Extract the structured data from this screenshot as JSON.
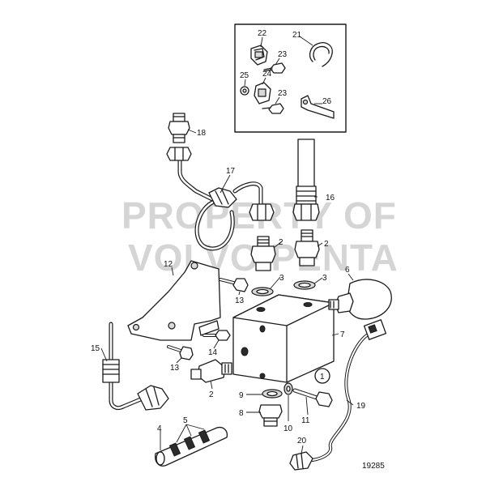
{
  "watermark": {
    "line1": "PROPERTY OF",
    "line2": "VOLVO PENTA"
  },
  "figure_ref": "19285",
  "callouts": {
    "c1": "1",
    "c2a": "2",
    "c2b": "2",
    "c2c": "2",
    "c3a": "3",
    "c3b": "3",
    "c4": "4",
    "c5": "5",
    "c6": "6",
    "c7": "7",
    "c8": "8",
    "c9": "9",
    "c10": "10",
    "c11": "11",
    "c12": "12",
    "c13a": "13",
    "c13b": "13",
    "c14": "14",
    "c15": "15",
    "c16": "16",
    "c17": "17",
    "c18": "18",
    "c19": "19",
    "c20": "20",
    "c21": "21",
    "c22": "22",
    "c23a": "23",
    "c23b": "23",
    "c24": "24",
    "c25": "25",
    "c26": "26"
  },
  "colors": {
    "line": "#1a1a1a",
    "watermark": "#b4b4b4",
    "background": "#ffffff"
  }
}
